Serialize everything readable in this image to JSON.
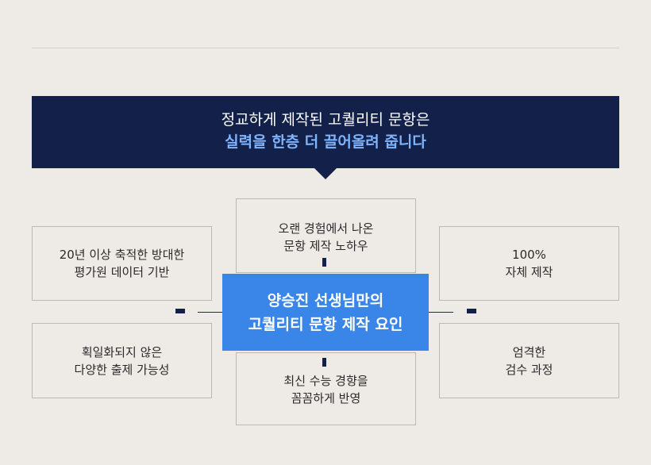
{
  "banner": {
    "line1": "정교하게 제작된 고퀄리티 문항은",
    "line2": "실력을 한층 더 끌어올려 줍니다",
    "bg_color": "#13214a",
    "highlight_color": "#7fb4ff"
  },
  "center": {
    "line1": "양승진 선생님만의",
    "line2": "고퀄리티 문항 제작 요인",
    "bg_color": "#3a86e8"
  },
  "factors": {
    "top": {
      "line1": "오랜 경험에서 나온",
      "line2": "문항 제작 노하우"
    },
    "bottom": {
      "line1": "최신 수능 경향을",
      "line2": "꼼꼼하게 반영"
    },
    "top_left": {
      "line1": "20년 이상 축적한 방대한",
      "line2": "평가원 데이터 기반"
    },
    "top_right": {
      "line1": "100%",
      "line2": "자체 제작"
    },
    "bottom_left": {
      "line1": "획일화되지 않은",
      "line2": "다양한 출제 가능성"
    },
    "bottom_right": {
      "line1": "엄격한",
      "line2": "검수 과정"
    }
  }
}
